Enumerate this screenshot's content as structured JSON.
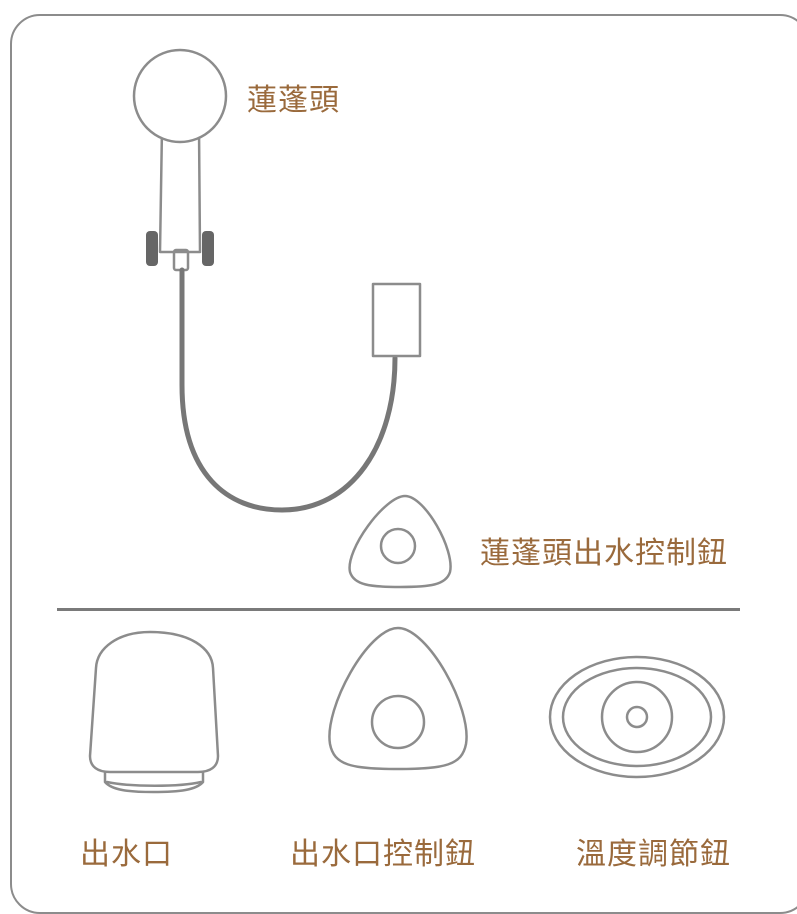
{
  "labels": {
    "shower_head": "蓮蓬頭",
    "shower_control_knob": "蓮蓬頭出水控制鈕",
    "spout": "出水口",
    "spout_control_knob": "出水口控制鈕",
    "temperature_knob": "溫度調節鈕"
  },
  "colors": {
    "label_text": "#9a6a3c",
    "outline": "#8c8c8c",
    "hose": "#777777",
    "clip": "#666666"
  }
}
